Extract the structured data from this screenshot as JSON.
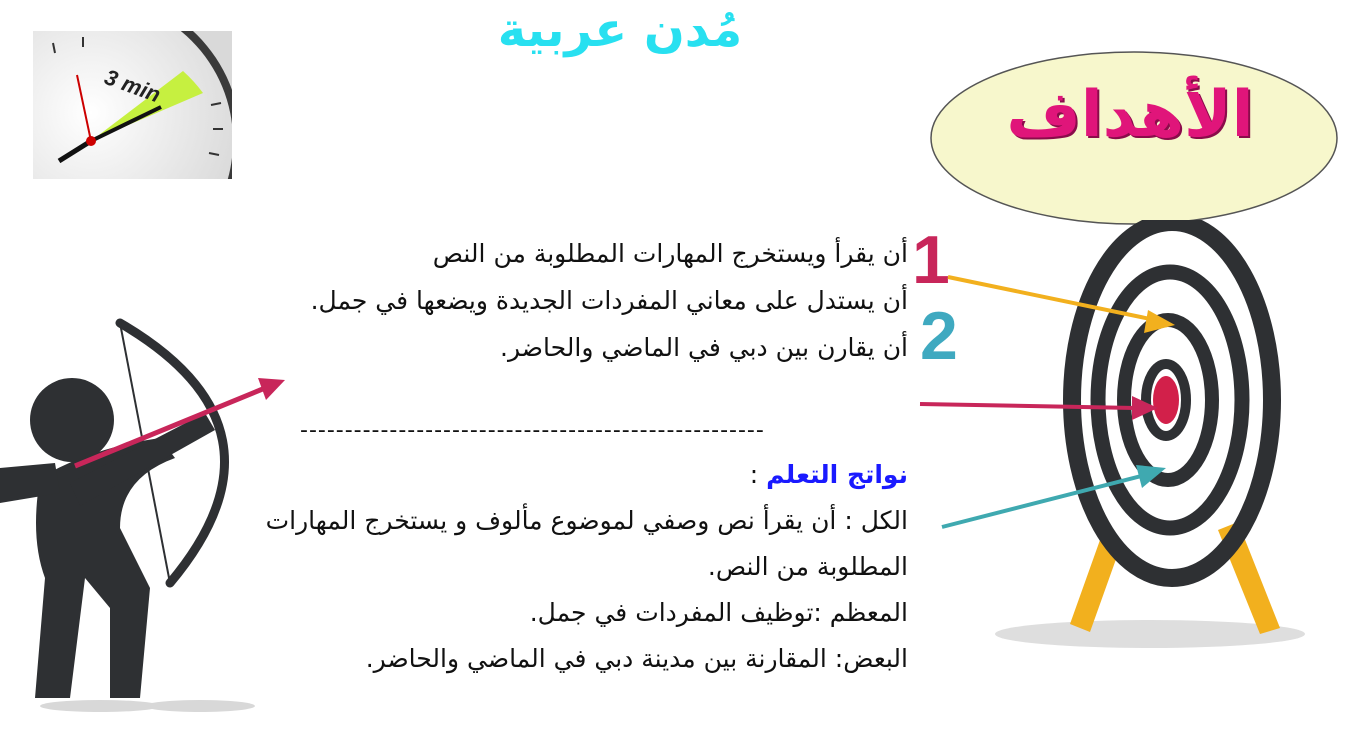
{
  "title": "مُدن عربية",
  "clock": {
    "label": "3 min"
  },
  "goals": {
    "title": "الأهداف"
  },
  "numbers": {
    "one": "1",
    "two": "2"
  },
  "objectives": [
    "أن يقرأ ويستخرج المهارات المطلوبة من النص",
    "أن يستدل على معاني المفردات الجديدة ويضعها في جمل.",
    "أن يقارن بين دبي في الماضي والحاضر."
  ],
  "divider": "----------------------------------------------------",
  "outcomes": {
    "heading": "نواتج التعلم",
    "colon": " :",
    "items": [
      "الكل : أن يقرأ نص وصفي لموضوع مألوف و يستخرج المهارات المطلوبة من النص.",
      "المعظم :توظيف المفردات في جمل.",
      "البعض: المقارنة بين مدينة دبي في الماضي والحاضر."
    ]
  },
  "colors": {
    "title": "#28E0F0",
    "goals_text": "#E0157A",
    "goals_bg": "#F7F7CC",
    "arrow_yellow": "#F2B01E",
    "arrow_red": "#C8265A",
    "arrow_teal": "#3FA9B0",
    "target_dark": "#2E3033",
    "target_center": "#D2204A",
    "archer": "#2E3033",
    "clock_wedge": "#C6F040"
  }
}
